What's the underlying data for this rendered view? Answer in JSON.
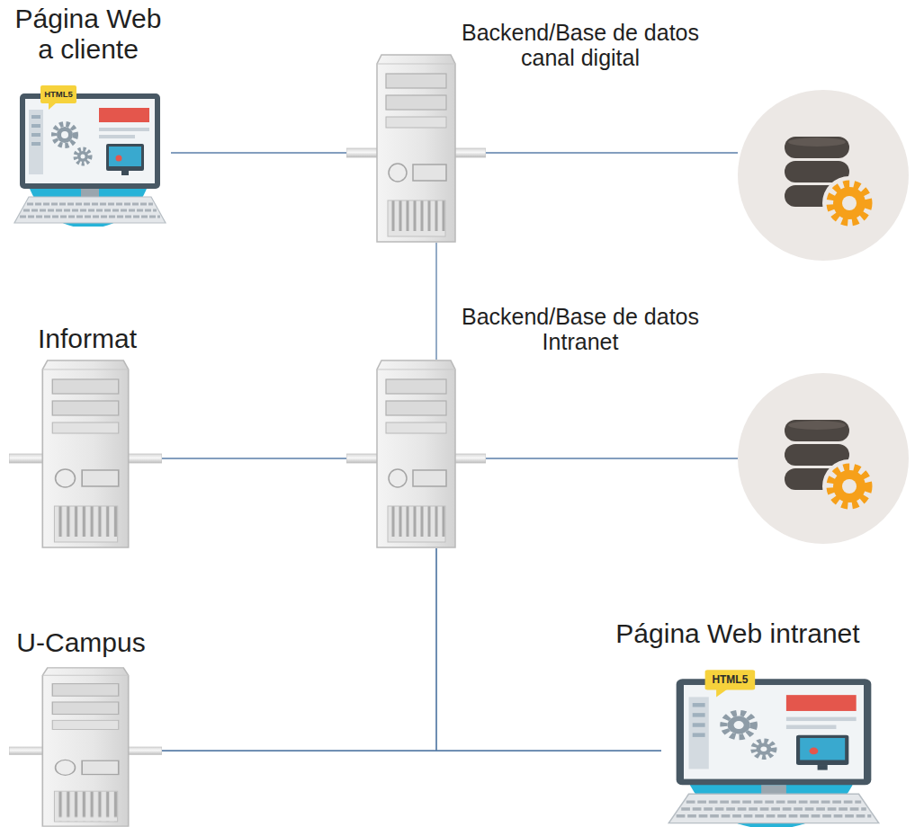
{
  "diagram": {
    "nodes": [
      {
        "text": [
          "Página Web a cliente"
        ]
      },
      {
        "text": [
          "Backend/Base de datos canal digital"
        ]
      },
      {
        "text": []
      },
      {
        "text": [
          "Informat"
        ]
      },
      {
        "text": [
          "Backend/Base de datos Intranet"
        ]
      },
      {
        "text": []
      },
      {
        "text": [
          "U-Campus"
        ]
      },
      {
        "text": [
          "Página Web intranet"
        ]
      }
    ],
    "edges": [
      {
        "from": 0,
        "to": 1,
        "arrow": "none"
      },
      {
        "from": 1,
        "to": 2,
        "arrow": "none"
      },
      {
        "from": 1,
        "to": 4,
        "arrow": "none"
      },
      {
        "from": 3,
        "to": 4,
        "arrow": "none"
      },
      {
        "from": 4,
        "to": 5,
        "arrow": "none"
      },
      {
        "from": 4,
        "to": 6,
        "arrow": "none"
      },
      {
        "from": 4,
        "to": 7,
        "arrow": "none"
      },
      {
        "from": 6,
        "to": 7,
        "arrow": "none"
      }
    ],
    "labels": [
      "HTML5",
      "HTML5"
    ]
  }
}
